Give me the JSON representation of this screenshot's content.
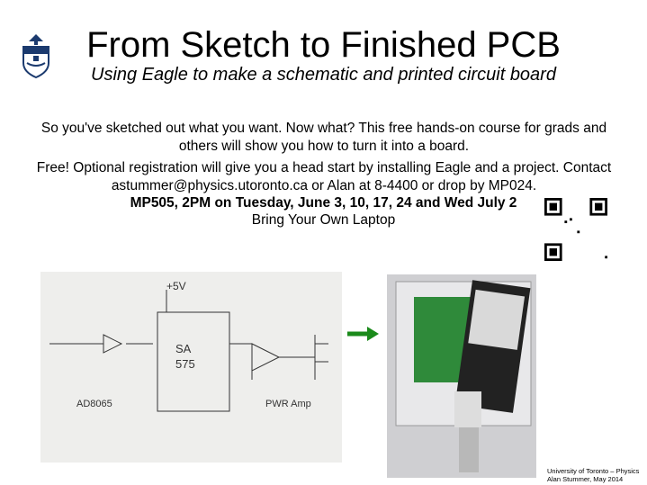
{
  "title": "From Sketch to Finished PCB",
  "subtitle": "Using Eagle to make a schematic and printed circuit board",
  "paragraph1": "So you've sketched out what you want. Now what? This free hands-on course for grads and others will show you how to turn it into a board.",
  "paragraph2": "Free! Optional registration will give you a head start by installing Eagle and a project. Contact astummer@physics.utoronto.ca or Alan at 8-4400 or drop by MP024.",
  "schedule": "MP505, 2PM on Tuesday, June 3, 10, 17, 24 and Wed July 2",
  "bring": "Bring Your Own Laptop",
  "footer": {
    "line1": "University of Toronto – Physics",
    "line2": "Alan Stummer,  May 2014"
  },
  "colors": {
    "arrow": "#1a8a1a",
    "pcb": "#2f8a3a"
  },
  "logo_text": "University of Toronto crest"
}
